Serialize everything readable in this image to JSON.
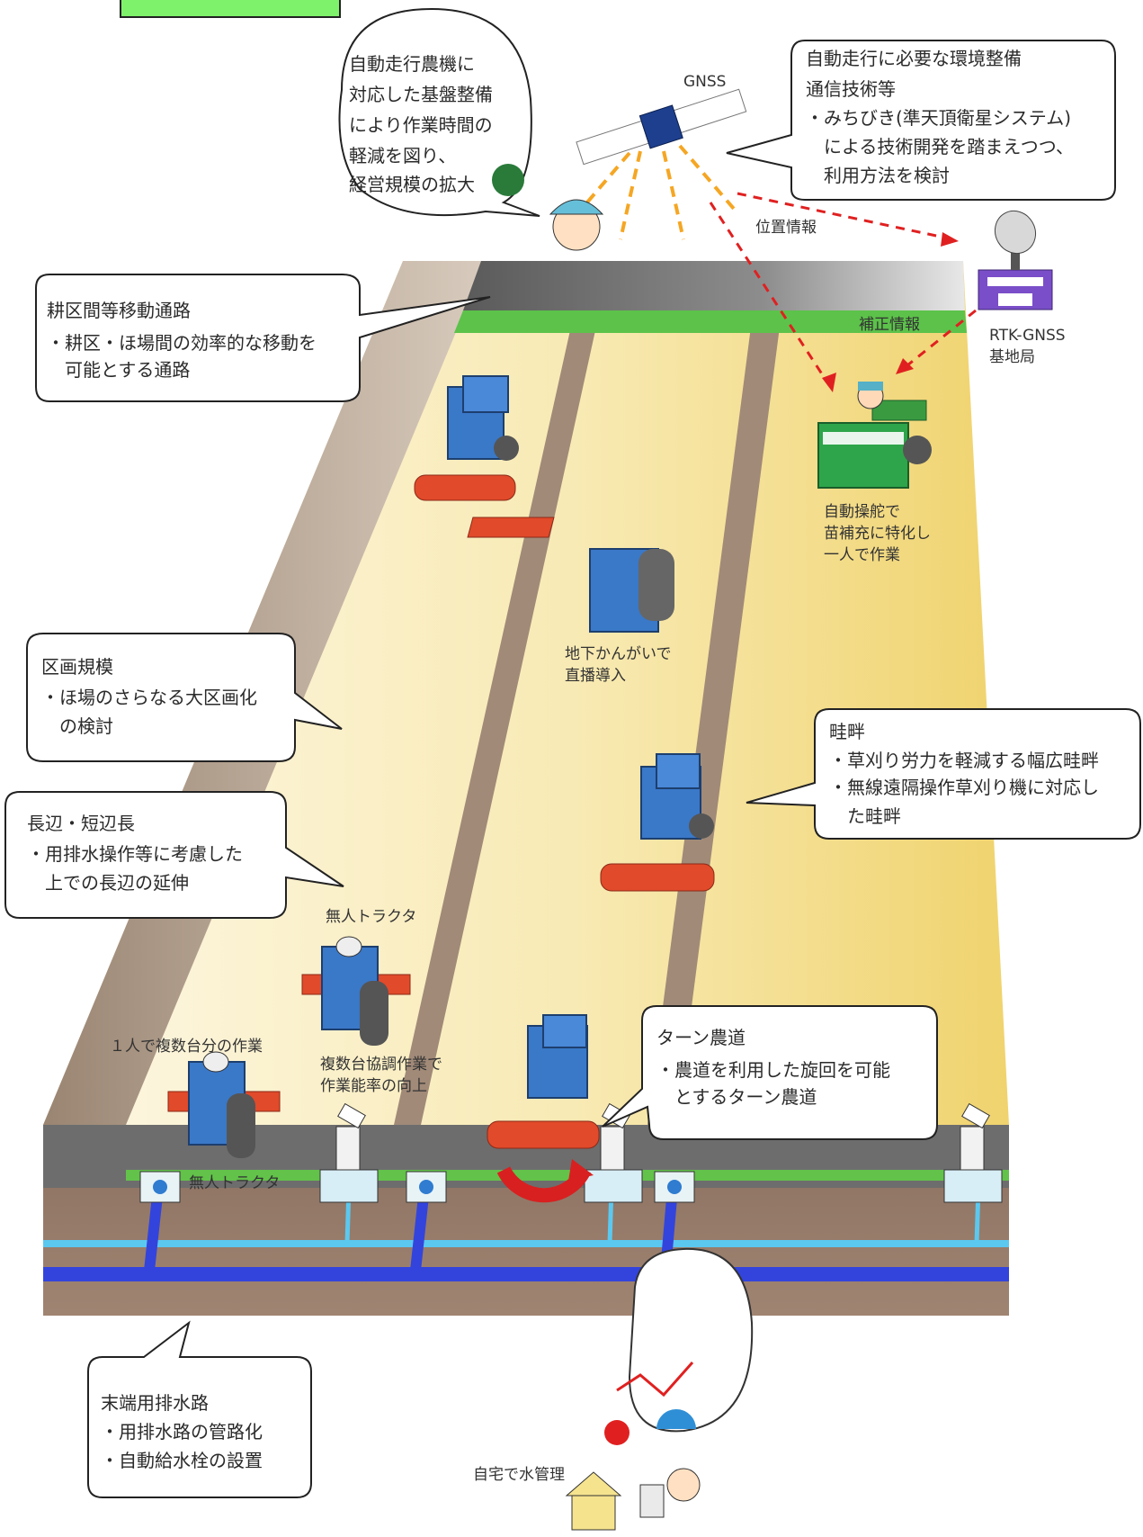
{
  "callouts": {
    "farmer_speech": [
      "自動走行農機に",
      "対応した基盤整備",
      "により作業時間の",
      "軽減を図り、",
      "経営規模の拡大"
    ],
    "environment": {
      "title": "自動走行に必要な環境整備",
      "lines": [
        "通信技術等",
        "・みちびき(準天頂衛星システム)",
        "　による技術開発を踏まえつつ、",
        "　利用方法を検討"
      ]
    },
    "travel_path": {
      "title": "耕区間等移動通路",
      "lines": [
        "・耕区・ほ場間の効率的な移動を",
        "　可能とする通路"
      ]
    },
    "plot_scale": {
      "title": "区画規模",
      "lines": [
        "・ほ場のさらなる大区画化",
        "　の検討"
      ]
    },
    "side_length": {
      "title": "長辺・短辺長",
      "lines": [
        "・用排水操作等に考慮した",
        "　上での長辺の延伸"
      ]
    },
    "levee": {
      "title": "畦畔",
      "lines": [
        "・草刈り労力を軽減する幅広畦畔",
        "・無線遠隔操作草刈り機に対応し",
        "　た畦畔"
      ]
    },
    "turn_road": {
      "title": "ターン農道",
      "lines": [
        "・農道を利用した旋回を可能",
        "　とするターン農道"
      ]
    },
    "drainage": {
      "title": "末端用排水路",
      "lines": [
        "・用排水路の管路化",
        "・自動給水栓の設置"
      ]
    }
  },
  "labels": {
    "gnss": "GNSS",
    "position_info": "位置情報",
    "correction_info": "補正情報",
    "rtk_station": [
      "RTK-GNSS",
      "基地局"
    ],
    "auto_steer": [
      "自動操舵で",
      "苗補充に特化し",
      "一人で作業"
    ],
    "underground": [
      "地下かんがいで",
      "直播導入"
    ],
    "unmanned_tractor_1": "無人トラクタ",
    "unmanned_tractor_2": "無人トラクタ",
    "one_person": "１人で複数台分の作業",
    "cooperative": [
      "複数台協調作業で",
      "作業能率の向上"
    ],
    "home_water": "自宅で水管理"
  },
  "colors": {
    "field_light": "#fbf3d6",
    "field_yellow": "#f2dc82",
    "levee_brown": "#8b7a6a",
    "road_gray": "#7d7d7d",
    "correction_green": "#5cc24a",
    "tractor_blue": "#3a78c8",
    "implement_red": "#e14a2a",
    "pipe_blue": "#3344dd",
    "pipe_cyan": "#5bc8f0",
    "signal_orange": "#f5a623",
    "signal_red": "#e02020"
  }
}
